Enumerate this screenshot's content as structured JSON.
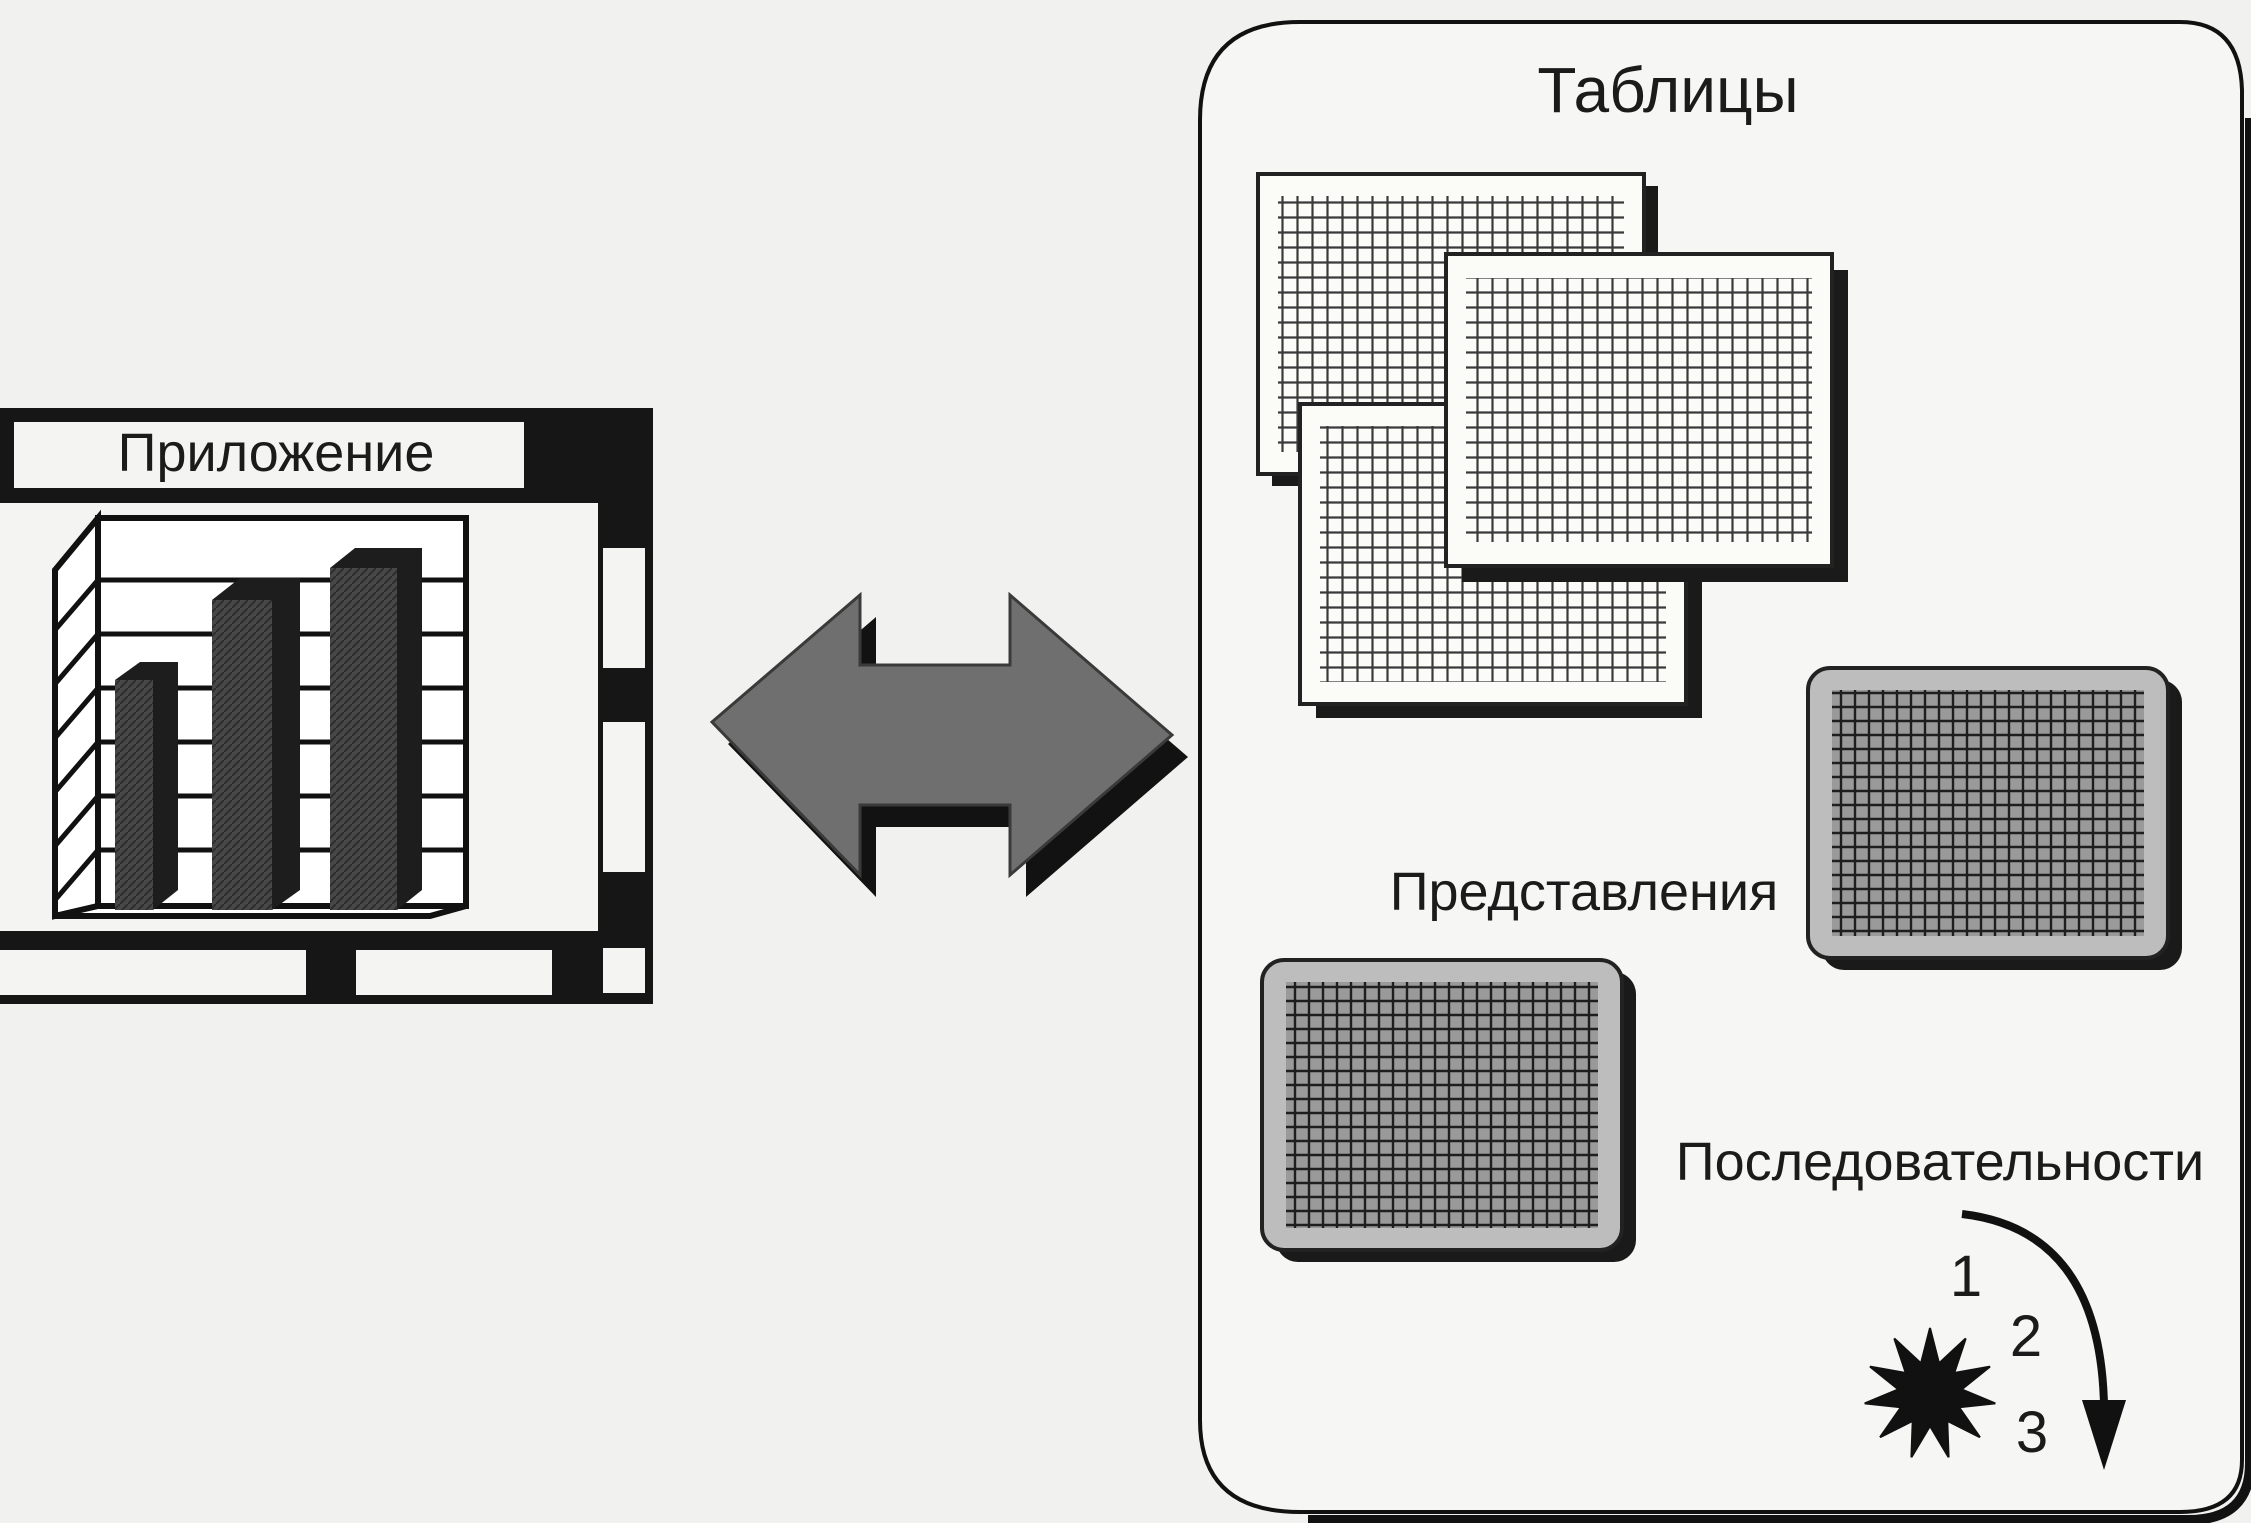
{
  "application": {
    "label": "Приложение"
  },
  "database": {
    "title": "Таблицы",
    "views_label": "Представления",
    "sequences_label": "Последовательности",
    "sequence_numbers": [
      "1",
      "2",
      "3"
    ]
  },
  "colors": {
    "background": "#f1f1ef",
    "ink": "#1b1b1b",
    "arrow": "#6f6f6f",
    "bar": "#4a4a4a"
  }
}
